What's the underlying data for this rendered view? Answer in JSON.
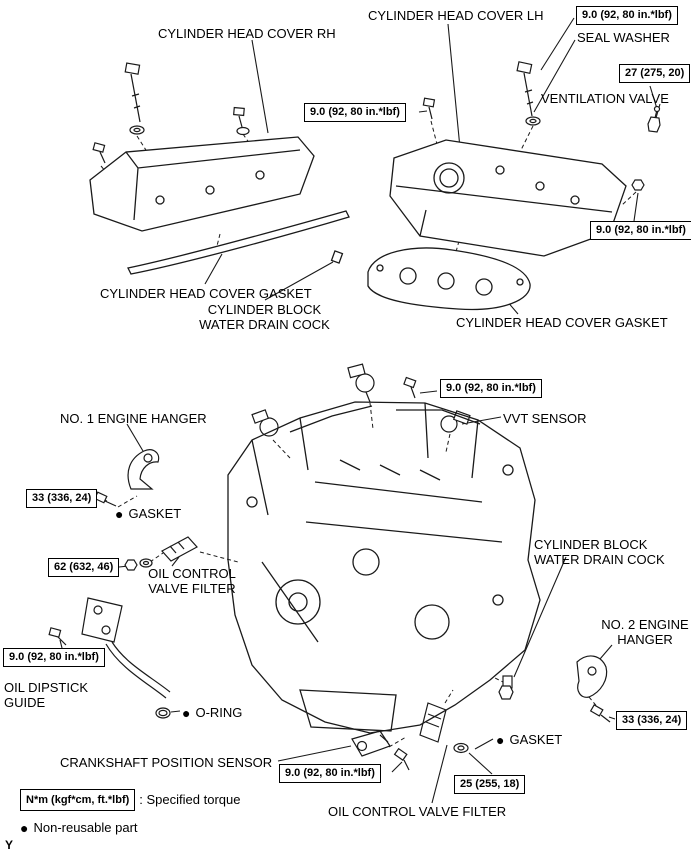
{
  "colors": {
    "ink": "#000000",
    "background": "#ffffff"
  },
  "icons": {
    "non_reusable_marker": "●"
  },
  "torque_values": {
    "t9_in_lbf": "9.0 (92, 80 in.*lbf)",
    "t27": "27 (275, 20)",
    "t33": "33 (336, 24)",
    "t62": "62 (632, 46)",
    "t25": "25 (255, 18)"
  },
  "labels": {
    "cover_rh": "CYLINDER HEAD COVER RH",
    "cover_lh": "CYLINDER HEAD COVER LH",
    "seal_washer": "SEAL WASHER",
    "ventilation_valve": "VENTILATION VALVE",
    "gasket_rh": "CYLINDER HEAD COVER GASKET",
    "gasket_lh": "CYLINDER HEAD COVER GASKET",
    "water_drain_cock_top": "CYLINDER BLOCK WATER DRAIN COCK",
    "vvt_sensor": "VVT SENSOR",
    "engine_hanger_1": "NO. 1 ENGINE HANGER",
    "gasket_1": "GASKET",
    "oil_control_valve_filter_1": "OIL CONTROL VALVE FILTER",
    "water_drain_cock_bottom": "CYLINDER BLOCK WATER DRAIN COCK",
    "engine_hanger_2": "NO. 2 ENGINE HANGER",
    "oil_dipstick_guide": "OIL DIPSTICK GUIDE",
    "o_ring": "O-RING",
    "crankshaft_position_sensor": "CRANKSHAFT POSITION SENSOR",
    "gasket_2": "GASKET",
    "oil_control_valve_filter_2": "OIL CONTROL VALVE FILTER"
  },
  "legend": {
    "torque_box": "N*m (kgf*cm, ft.*lbf)",
    "torque_label": ": Specified torque",
    "non_reusable_label": "Non-reusable part"
  },
  "page": {
    "marker": "Y"
  }
}
